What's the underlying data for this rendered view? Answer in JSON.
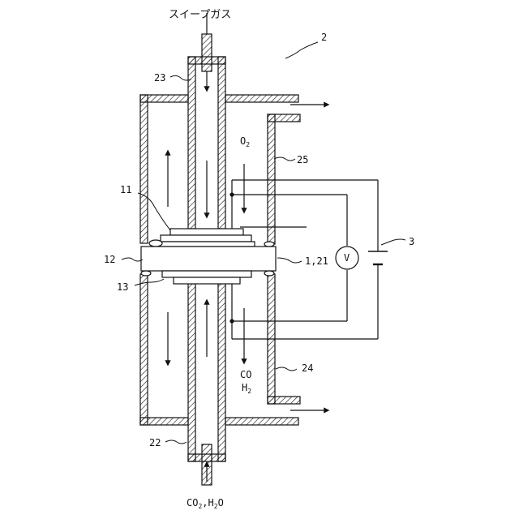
{
  "labels": {
    "sweep_gas": "スイープガス",
    "fig_ref": "2",
    "ref_23": "23",
    "ref_25": "25",
    "ref_11": "11",
    "ref_12": "12",
    "ref_13": "13",
    "ref_121": "1,21",
    "ref_3": "3",
    "ref_24": "24",
    "ref_22": "22",
    "voltmeter": "V",
    "o2_main": "O",
    "o2_sub": "2",
    "co": "CO",
    "h2_main": "H",
    "h2_sub": "2",
    "inlet_co2": "CO",
    "inlet_sub1": "2",
    "inlet_mid": ",H",
    "inlet_sub2": "2",
    "inlet_o": "O"
  }
}
